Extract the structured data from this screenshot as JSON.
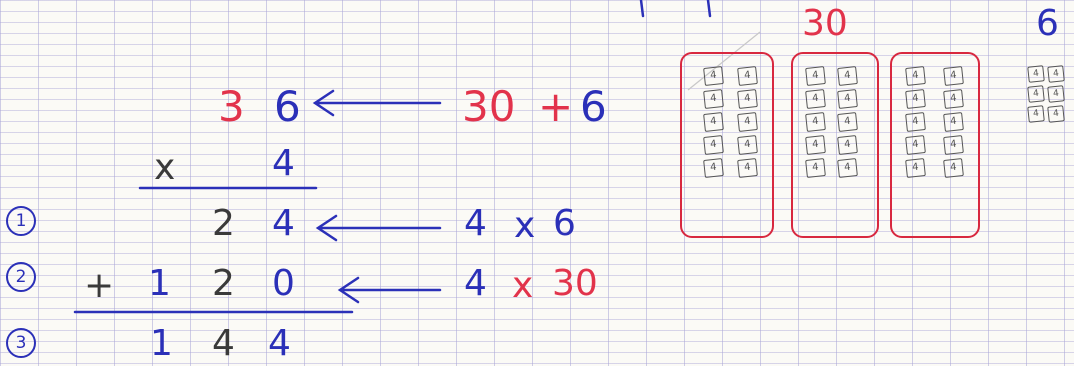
{
  "multiplicand": {
    "tens": "3",
    "ones": "6"
  },
  "decomposition": {
    "tens": "30",
    "op": "+",
    "ones": "6"
  },
  "multiplier": {
    "sign": "x",
    "value": "4"
  },
  "steps": [
    {
      "marker": "1",
      "digits": [
        "2",
        "4"
      ],
      "factor": "4",
      "op": "x",
      "value": "6"
    },
    {
      "marker": "2",
      "sign": "+",
      "digits": [
        "1",
        "2",
        "0"
      ],
      "factor": "4",
      "op": "x",
      "value": "30"
    }
  ],
  "total": {
    "marker": "3",
    "digits": [
      "1",
      "4",
      "4"
    ]
  },
  "diagram": {
    "tens_label": "30",
    "ones_label": "6",
    "cube_label": "4"
  },
  "colors": {
    "red": "#e2334b",
    "blue": "#2b30b8",
    "box_border": "#d8283f",
    "grid": "#aaa5d7"
  }
}
